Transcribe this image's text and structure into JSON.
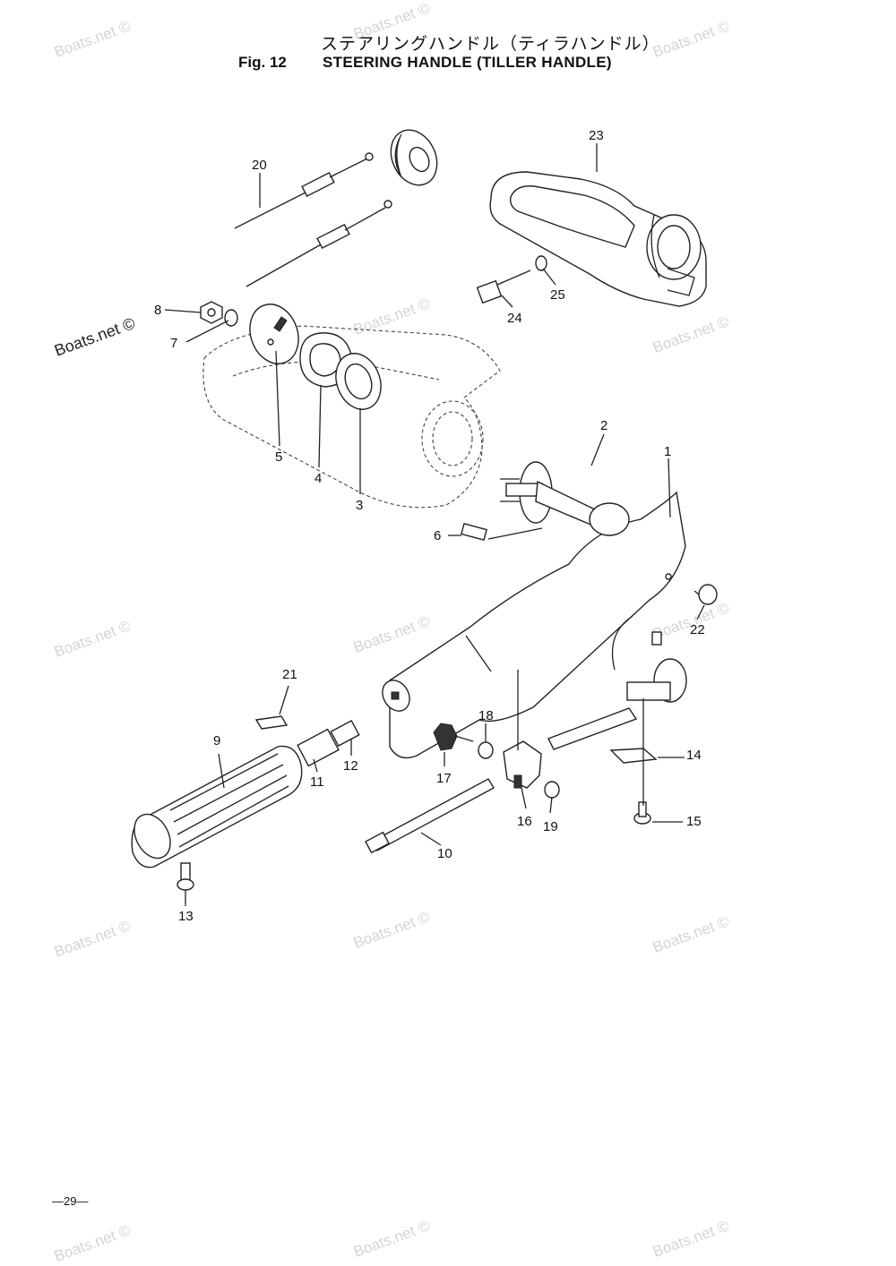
{
  "header": {
    "title_jp": "ステアリングハンドル（ティラハンドル）",
    "fig_label": "Fig. 12",
    "title_en": "STEERING HANDLE (TILLER HANDLE)"
  },
  "page_number": "—29—",
  "watermark_text": "Boats.net ©",
  "watermark_dark_text": "Boats.net ©",
  "callouts": {
    "c1": "1",
    "c2": "2",
    "c3": "3",
    "c4": "4",
    "c5": "5",
    "c6": "6",
    "c7": "7",
    "c8": "8",
    "c9": "9",
    "c10": "10",
    "c11": "11",
    "c12": "12",
    "c13": "13",
    "c14": "14",
    "c15": "15",
    "c16": "16",
    "c17": "17",
    "c18": "18",
    "c19": "19",
    "c20": "20",
    "c21": "21",
    "c22": "22",
    "c23": "23",
    "c24": "24",
    "c25": "25"
  },
  "colors": {
    "ink": "#222222",
    "watermark": "#d4d4d4",
    "paper": "#ffffff"
  }
}
